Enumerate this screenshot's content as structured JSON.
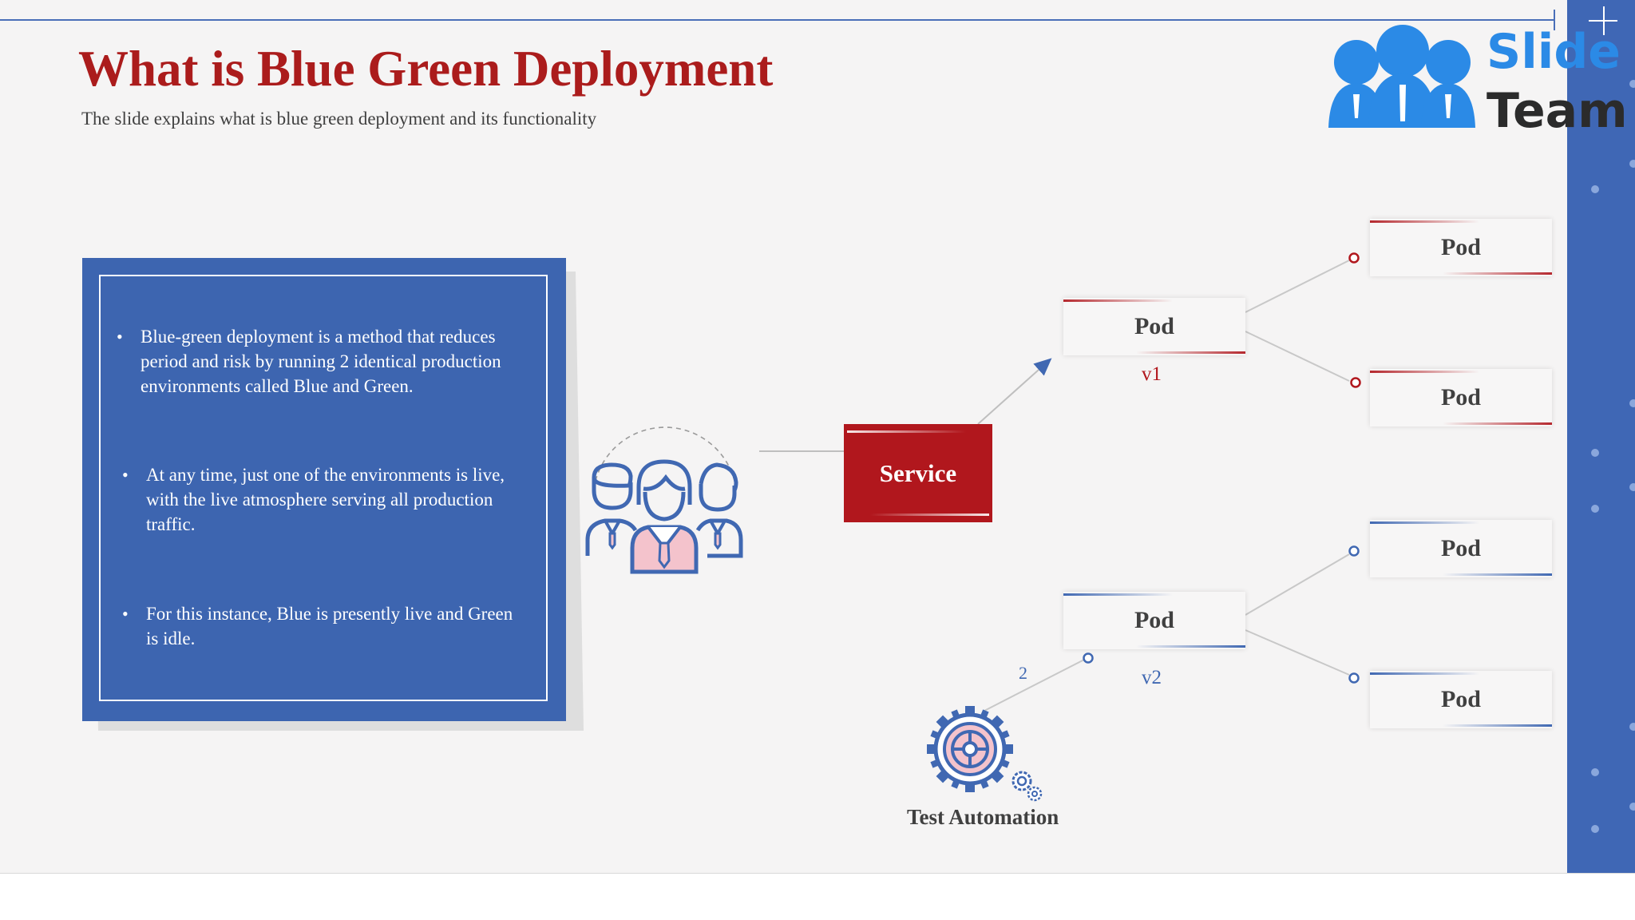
{
  "header": {
    "title": "What is Blue Green Deployment",
    "subtitle": "The slide explains what is blue green deployment and its functionality"
  },
  "logo": {
    "line1": "Slide",
    "line2": "Team",
    "color": "#2b8ae6"
  },
  "panel": {
    "bullets": [
      "Blue-green deployment is a method that reduces period and risk by running 2 identical production environments called Blue and Green.",
      "At any time, just one of  the environments is live, with the live atmosphere serving all production traffic.",
      "For this instance, Blue is presently live and Green is idle."
    ],
    "color": "#3d65b0"
  },
  "diagram": {
    "service_label": "Service",
    "pod_v1_label": "Pod",
    "pod_v2_label": "Pod",
    "version_v1": "v1",
    "version_v2": "v2",
    "step_label": "2",
    "child_pods": [
      "Pod",
      "Pod",
      "Pod",
      "Pod"
    ],
    "test_label": "Test Automation",
    "colors": {
      "red": "#b1171d",
      "blue": "#4068b2",
      "title_red": "#ab1c1c"
    },
    "icons": [
      "team-icon",
      "gear-icon",
      "small-gears-icon"
    ]
  }
}
